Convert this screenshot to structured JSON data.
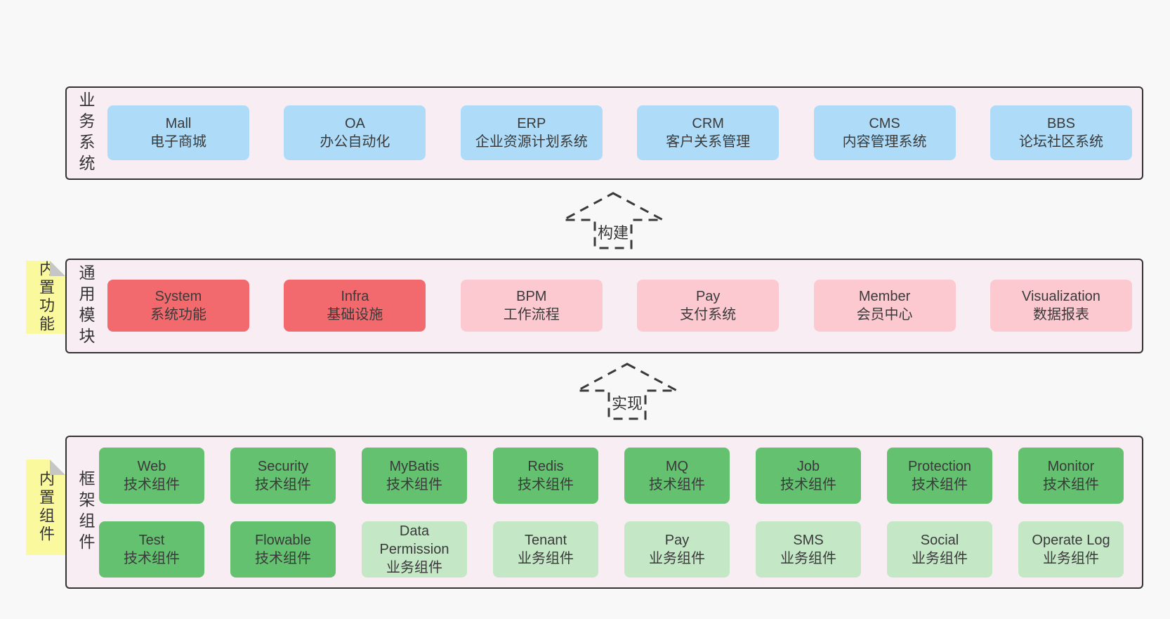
{
  "palette": {
    "page_bg": "#f8f8f8",
    "band_bg": "#f9edf4",
    "band_border": "#333333",
    "blue": "#aedcf8",
    "red": "#f26a6e",
    "pink": "#fcc9d1",
    "green": "#63c170",
    "light_green": "#c4e7c6",
    "sticky_yellow": "#fbf99d",
    "sticky_fold": "#c6c6c6",
    "text": "#3a3a3a"
  },
  "bands": [
    {
      "label": "业务系统",
      "boxes": [
        {
          "en": "Mall",
          "zh": "电子商城"
        },
        {
          "en": "OA",
          "zh": "办公自动化"
        },
        {
          "en": "ERP",
          "zh": "企业资源计划系统"
        },
        {
          "en": "CRM",
          "zh": "客户关系管理"
        },
        {
          "en": "CMS",
          "zh": "内容管理系统"
        },
        {
          "en": "BBS",
          "zh": "论坛社区系统"
        }
      ]
    },
    {
      "label": "通用模块",
      "sticky": "内置功能",
      "boxes": [
        {
          "en": "System",
          "zh": "系统功能"
        },
        {
          "en": "Infra",
          "zh": "基础设施"
        },
        {
          "en": "BPM",
          "zh": "工作流程"
        },
        {
          "en": "Pay",
          "zh": "支付系统"
        },
        {
          "en": "Member",
          "zh": "会员中心"
        },
        {
          "en": "Visualization",
          "zh": "数据报表"
        }
      ]
    },
    {
      "label": "框架组件",
      "sticky": "内置组件",
      "row1": [
        {
          "en": "Web",
          "zh": "技术组件"
        },
        {
          "en": "Security",
          "zh": "技术组件"
        },
        {
          "en": "MyBatis",
          "zh": "技术组件"
        },
        {
          "en": "Redis",
          "zh": "技术组件"
        },
        {
          "en": "MQ",
          "zh": "技术组件"
        },
        {
          "en": "Job",
          "zh": "技术组件"
        },
        {
          "en": "Protection",
          "zh": "技术组件"
        },
        {
          "en": "Monitor",
          "zh": "技术组件"
        }
      ],
      "row2": [
        {
          "en": "Test",
          "zh": "技术组件"
        },
        {
          "en": "Flowable",
          "zh": "技术组件"
        },
        {
          "en": "Data Permission",
          "zh": "业务组件"
        },
        {
          "en": "Tenant",
          "zh": "业务组件"
        },
        {
          "en": "Pay",
          "zh": "业务组件"
        },
        {
          "en": "SMS",
          "zh": "业务组件"
        },
        {
          "en": "Social",
          "zh": "业务组件"
        },
        {
          "en": "Operate Log",
          "zh": "业务组件"
        }
      ]
    }
  ],
  "arrows": [
    {
      "label": "构建"
    },
    {
      "label": "实现"
    }
  ]
}
